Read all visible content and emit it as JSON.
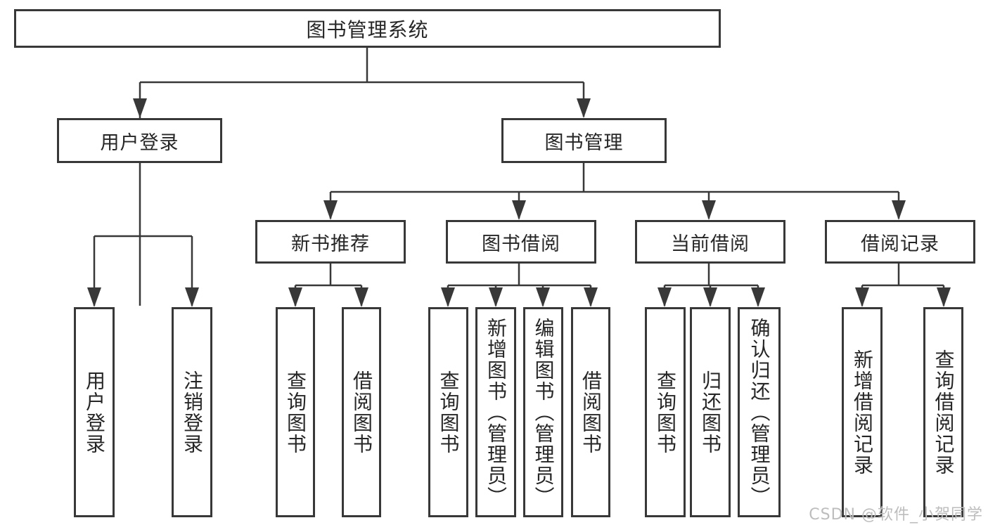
{
  "diagram": {
    "root": {
      "label": "图书管理系统",
      "children": [
        {
          "label": "用户登录",
          "children": [
            {
              "label": "用户登录"
            },
            {
              "label": "注销登录"
            }
          ]
        },
        {
          "label": "图书管理",
          "children": [
            {
              "label": "新书推荐",
              "children": [
                {
                  "label": "查询图书"
                },
                {
                  "label": "借阅图书"
                }
              ]
            },
            {
              "label": "图书借阅",
              "children": [
                {
                  "label": "查询图书"
                },
                {
                  "label": "新增图书（管理员）"
                },
                {
                  "label": "编辑图书（管理员）"
                },
                {
                  "label": "借阅图书"
                }
              ]
            },
            {
              "label": "当前借阅",
              "children": [
                {
                  "label": "查询图书"
                },
                {
                  "label": "归还图书"
                },
                {
                  "label": "确认归还（管理员）"
                }
              ]
            },
            {
              "label": "借阅记录",
              "children": [
                {
                  "label": "新增借阅记录"
                },
                {
                  "label": "查询借阅记录"
                }
              ]
            }
          ]
        }
      ]
    }
  },
  "watermark": {
    "text": "CSDN @软件_小贺同学"
  },
  "colors": {
    "line": "#383838",
    "text": "#262626",
    "background": "#ffffff",
    "watermark": "#bdbdbd"
  }
}
